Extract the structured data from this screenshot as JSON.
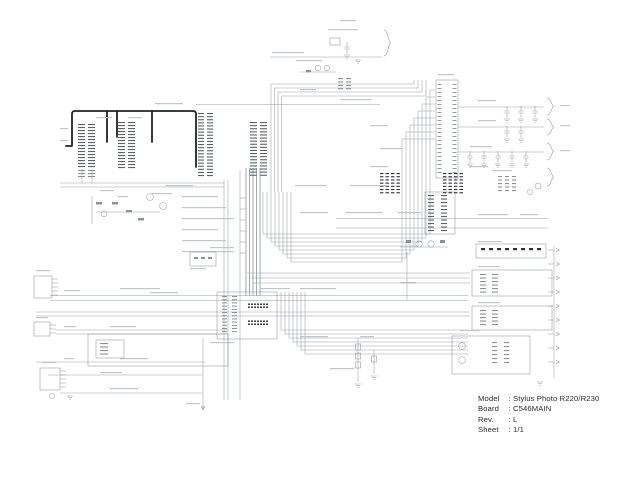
{
  "title_block": {
    "rows": [
      {
        "label": "Model",
        "sep": ":",
        "value": "Stylus Photo R220/R230"
      },
      {
        "label": "Board",
        "sep": ":",
        "value": "C546MAIN"
      },
      {
        "label": "Rev.",
        "sep": ":",
        "value": "L"
      },
      {
        "label": "Sheet",
        "sep": ":",
        "value": "1/1"
      }
    ]
  },
  "colors": {
    "background": "#ffffff",
    "wire": "#9aa0a6",
    "bold_outline": "#202227",
    "text": "#2b2b2b"
  }
}
